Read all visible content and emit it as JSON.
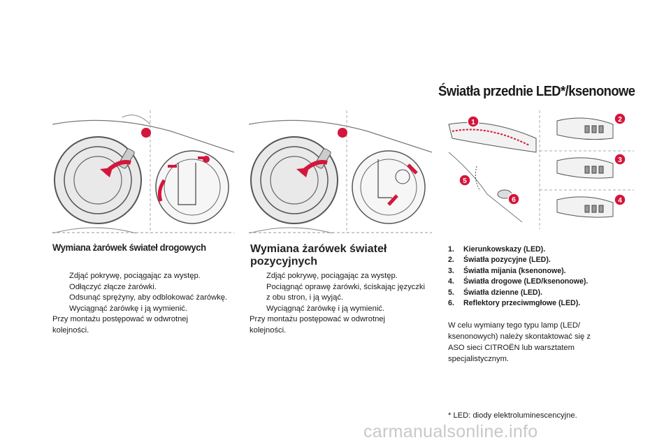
{
  "page": {
    "heading": "Światła przednie LED*/ksenonowe"
  },
  "section_main_beam": {
    "title": "Wymiana żarówek świateł drogowych",
    "steps": [
      "Zdjąć pokrywę, pociągając za występ.",
      "Odłączyć złącze żarówki.",
      "Odsunąć sprężyny, aby odblokować żarówkę.",
      "Wyciągnąć żarówkę i ją wymienić."
    ],
    "note": "Przy montażu postępować w odwrotnej kolejności."
  },
  "section_position": {
    "title": "Wymiana żarówek świateł pozycyjnych",
    "steps": [
      "Zdjąć pokrywę, pociągając za występ.",
      "Pociągnąć oprawę żarówki, ściskając języczki z obu stron, i ją wyjąć.",
      "Wyciągnąć żarówkę i ją wymienić."
    ],
    "note": "Przy montażu postępować w odwrotnej kolejności."
  },
  "legend": {
    "items": [
      {
        "num": "1.",
        "text": "Kierunkowskazy (LED)."
      },
      {
        "num": "2.",
        "text": "Światła pozycyjne (LED)."
      },
      {
        "num": "3.",
        "text": "Światła mijania (ksenonowe)."
      },
      {
        "num": "4.",
        "text": "Światła drogowe (LED/ksenonowe)."
      },
      {
        "num": "5.",
        "text": "Światła dzienne (LED)."
      },
      {
        "num": "6.",
        "text": "Reflektory przeciwmgłowe (LED)."
      }
    ],
    "info": "W celu wymiany tego typu lamp (LED/ ksenonowych) należy skontaktować się z ASO sieci CITROËN lub warsztatem specjalistycznym.",
    "footnote": "* LED: diody elektroluminescencyjne."
  },
  "callouts": [
    "1",
    "2",
    "3",
    "4",
    "5",
    "6"
  ],
  "bullet_glyph": "",
  "watermark": "carmanualsonline.info",
  "colors": {
    "callout_red": "#d4163c",
    "arrow_red": "#d4163c",
    "line_art": "#555555"
  }
}
